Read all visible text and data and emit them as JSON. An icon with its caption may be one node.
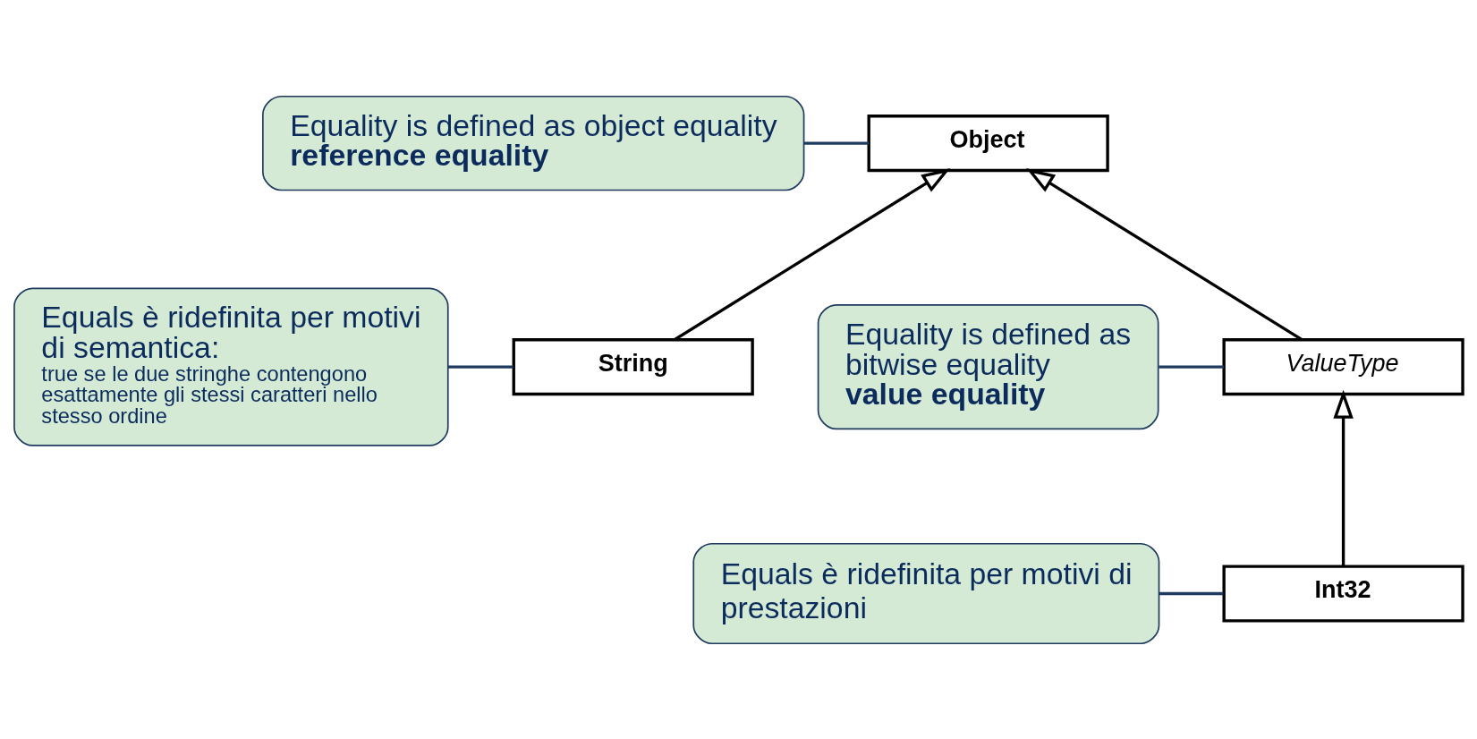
{
  "diagram": {
    "nodes": [
      {
        "text": [
          "Object"
        ]
      },
      {
        "text": [
          "Equality is defined as object equality",
          "reference equality"
        ]
      },
      {
        "text": [
          "String"
        ]
      },
      {
        "text": [
          "ValueType"
        ]
      },
      {
        "text": [
          "Equality is defined as bitwise equality",
          "value equality"
        ]
      },
      {
        "text": [
          "Equals è ridefinita per motivi di semantica:",
          "true se le due stringhe contengono esattamente gli stessi caratteri nello stesso ordine"
        ]
      },
      {
        "text": [
          "Int32"
        ]
      },
      {
        "text": [
          "Equals è ridefinita per motivi di prestazioni"
        ]
      }
    ],
    "edges": [
      {
        "from": 2,
        "to": 0,
        "arrow": "to",
        "color": "#000000"
      },
      {
        "from": 3,
        "to": 0,
        "arrow": "to",
        "color": "#000000"
      },
      {
        "from": 6,
        "to": 3,
        "arrow": "to",
        "color": "#000000"
      },
      {
        "from": 1,
        "to": 0,
        "arrow": "none"
      },
      {
        "from": 4,
        "to": 3,
        "arrow": "none"
      },
      {
        "from": 5,
        "to": 2,
        "arrow": "none"
      },
      {
        "from": 7,
        "to": 6,
        "arrow": "none"
      }
    ]
  }
}
